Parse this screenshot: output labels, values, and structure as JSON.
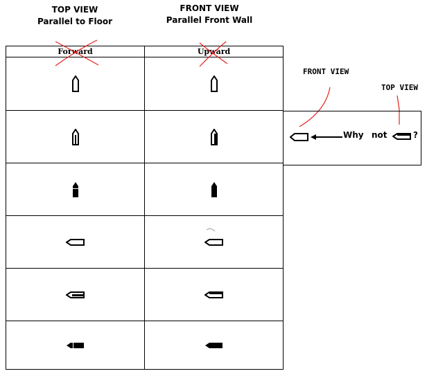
{
  "headers": {
    "left_line1": "TOP VIEW",
    "left_line2": "Parallel to Floor",
    "right_line1": "FRONT VIEW",
    "right_line2": "Parallel Front Wall"
  },
  "table": {
    "col1_header": "Forward",
    "col2_header": "Upward",
    "rows": [
      {
        "left": "pencil-up-outline-icon",
        "right": "pencil-up-outline-icon"
      },
      {
        "left": "pencil-up-half-filled-icon",
        "right": "pencil-up-thin-fill-icon"
      },
      {
        "left": "pencil-up-solid-icon",
        "right": "pencil-up-solid-icon"
      },
      {
        "left": "pencil-left-outline-icon",
        "right": "pencil-left-outline-icon"
      },
      {
        "left": "pencil-left-half-filled-icon",
        "right": "pencil-left-thin-fill-icon"
      },
      {
        "left": "pencil-left-solid-icon",
        "right": "pencil-left-solid-icon"
      }
    ]
  },
  "callout": {
    "front_view_label": "FRONT VIEW",
    "top_view_label": "TOP VIEW",
    "why_text": "Why",
    "not_text": "not",
    "question": "?"
  }
}
